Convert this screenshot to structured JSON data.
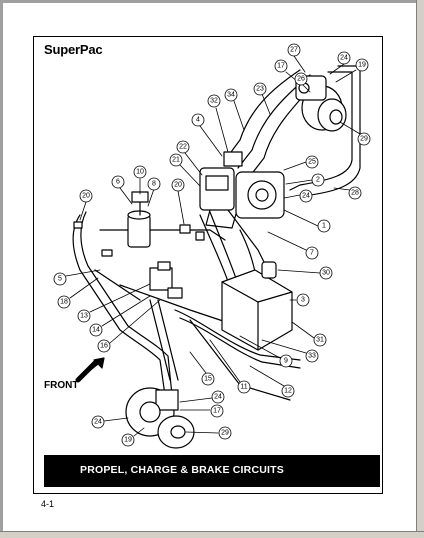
{
  "brand": "SuperPac",
  "front_label": "FRONT",
  "banner_title": "PROPEL, CHARGE & BRAKE CIRCUITS",
  "page_number": "4-1",
  "callouts": [
    "27",
    "24",
    "19",
    "17",
    "26",
    "34",
    "23",
    "32",
    "29",
    "4",
    "25",
    "22",
    "21",
    "2",
    "24",
    "28",
    "10",
    "6",
    "8",
    "20",
    "20",
    "1",
    "7",
    "5",
    "30",
    "18",
    "13",
    "3",
    "14",
    "31",
    "16",
    "33",
    "9",
    "11",
    "12",
    "15",
    "24",
    "17",
    "24",
    "19",
    "29"
  ]
}
